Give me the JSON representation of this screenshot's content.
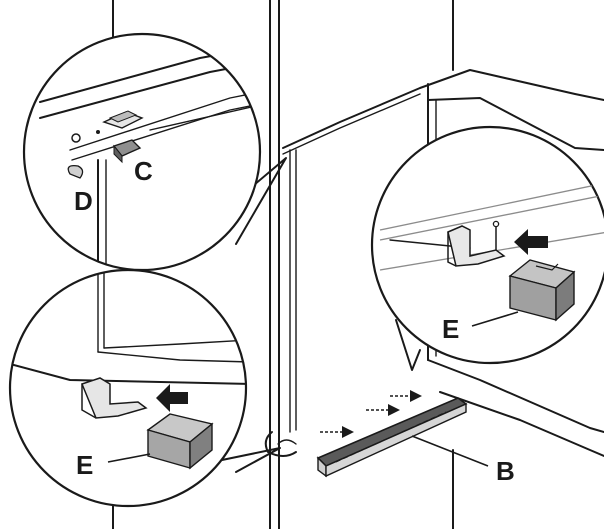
{
  "labels": {
    "c": "C",
    "d": "D",
    "e_right": "E",
    "e_left": "E",
    "b": "B"
  },
  "colors": {
    "line": "#1a1a1a",
    "shade": "#9a9a9a",
    "shade_dark": "#6f6f6f",
    "block": "#a9a9a9",
    "strip": "#4a4a4a"
  }
}
